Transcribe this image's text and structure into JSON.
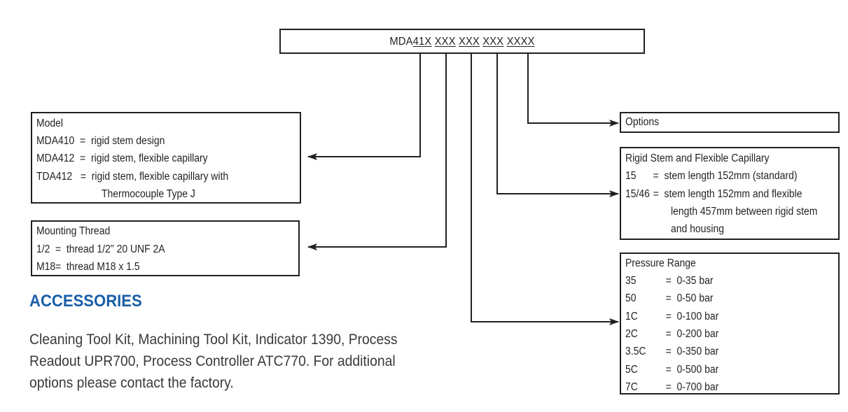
{
  "model_code": {
    "prefix": "MDA",
    "parts": [
      "41X",
      "XXX",
      "XXX",
      "XXX",
      "XXXX"
    ]
  },
  "model_box": {
    "title": "Model",
    "rows": [
      {
        "code": "MDA410",
        "sep": "=",
        "desc": "rigid stem design"
      },
      {
        "code": "MDA412",
        "sep": "=",
        "desc": "rigid stem, flexible capillary"
      },
      {
        "code": "TDA412",
        "sep": "=",
        "desc": "rigid stem, flexible capillary with"
      }
    ],
    "continuation": "Thermocouple Type J"
  },
  "mounting_box": {
    "title": "Mounting Thread",
    "rows": [
      {
        "code": "1/2",
        "sep": "=",
        "desc": "thread 1/2\" 20 UNF 2A"
      },
      {
        "code": "M18",
        "sep": "=",
        "desc": "thread M18 x 1.5"
      }
    ]
  },
  "options_box": {
    "title": "Options"
  },
  "stem_box": {
    "title": "Rigid Stem and Flexible Capillary",
    "rows": [
      {
        "code": "15",
        "sep": "=",
        "desc": "stem length 152mm (standard)"
      },
      {
        "code": "15/46",
        "sep": "=",
        "desc": "stem length 152mm and flexible"
      }
    ],
    "continuation": [
      "length 457mm between rigid stem",
      "and housing"
    ]
  },
  "pressure_box": {
    "title": "Pressure Range",
    "rows": [
      {
        "code": "35",
        "sep": "=",
        "desc": "0-35 bar"
      },
      {
        "code": "50",
        "sep": "=",
        "desc": "0-50 bar"
      },
      {
        "code": "1C",
        "sep": "=",
        "desc": "0-100 bar"
      },
      {
        "code": "2C",
        "sep": "=",
        "desc": "0-200 bar"
      },
      {
        "code": "3.5C",
        "sep": "=",
        "desc": "0-350 bar"
      },
      {
        "code": "5C",
        "sep": "=",
        "desc": "0-500 bar"
      },
      {
        "code": "7C",
        "sep": "=",
        "desc": "0-700 bar"
      }
    ]
  },
  "accessories": {
    "heading": "ACCESSORIES",
    "body": "Cleaning Tool Kit, Machining Tool Kit, Indicator 1390, Process Readout UPR700, Process Controller ATC770. For additional options please contact the factory."
  },
  "colors": {
    "line": "#231f20",
    "heading": "#1a5ea8",
    "body_text": "#3a3a3a"
  }
}
